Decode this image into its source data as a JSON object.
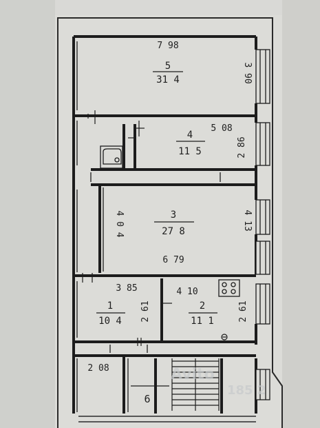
{
  "rooms": [
    {
      "number": "5",
      "area": "31 4"
    },
    {
      "number": "4",
      "area": "11 5"
    },
    {
      "number": "3",
      "area": "27 8"
    },
    {
      "number": "1",
      "area": "10 4"
    },
    {
      "number": "2",
      "area": "11 1"
    }
  ],
  "stair_number": "6",
  "dimensions": {
    "d798": "7 98",
    "d390": "3 90",
    "d508": "5 08",
    "d286": "2 86",
    "d404": "4 0 4",
    "d413": "4 13",
    "d679": "6 79",
    "d385": "3 85",
    "d410": "4 10",
    "d261a": "2 61",
    "d261b": "2 61",
    "d208": "2 08"
  },
  "watermark": {
    "brand": "Avito",
    "id": "185  2"
  },
  "colors": {
    "paper": "#dcdcd8",
    "ink": "#1c1c1c",
    "outer": "#c9cac6"
  }
}
